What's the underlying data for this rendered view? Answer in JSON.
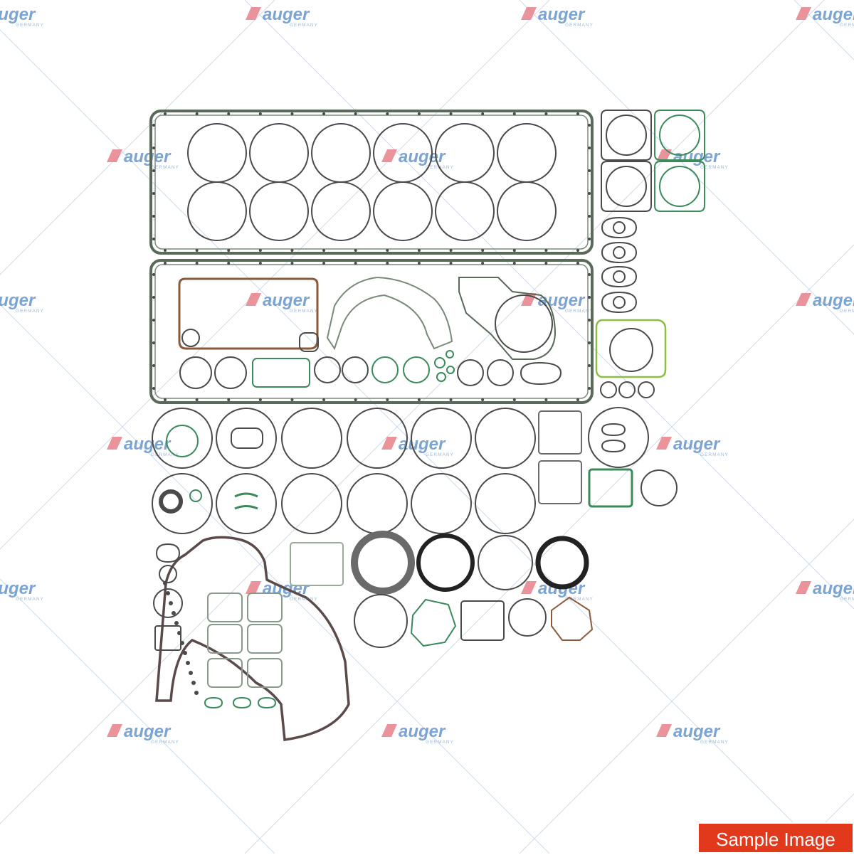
{
  "watermark": {
    "brand": "auger",
    "sub": "GERMANY",
    "color": "#5b8ec9",
    "accent": "#e8808a"
  },
  "badge": {
    "label": "Sample Image",
    "color": "#e2391c"
  },
  "product": {
    "type": "engine gasket set",
    "line_colors": {
      "default": "#4a4a4a",
      "green": "#3a8a5a",
      "brown": "#8a5a3a",
      "olive": "#8ac040"
    }
  }
}
